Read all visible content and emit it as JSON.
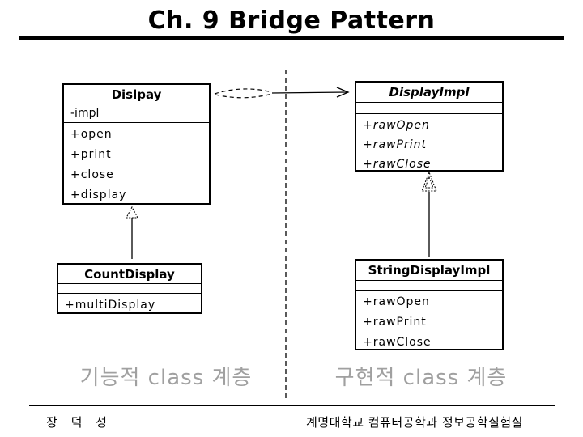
{
  "slide": {
    "title": "Ch. 9 Bridge Pattern",
    "left_label": "기능적 class 계층",
    "right_label": "구현적 class 계층",
    "footer_left": "장 덕 성",
    "footer_right": "계명대학교 컴퓨터공학과 정보공학실험실"
  },
  "classes": {
    "display": {
      "name": "Dislpay",
      "attr": "-impl",
      "methods": [
        "+open",
        "+print",
        "+close",
        "+display"
      ]
    },
    "display_impl": {
      "name": "DisplayImpl",
      "methods": [
        "+rawOpen",
        "+rawPrint",
        "+rawClose"
      ]
    },
    "count_display": {
      "name": "CountDisplay",
      "methods": [
        "+multiDisplay"
      ]
    },
    "string_display_impl": {
      "name": "StringDisplayImpl",
      "methods": [
        "+rawOpen",
        "+rawPrint",
        "+rawClose"
      ]
    }
  },
  "relations": [
    {
      "from": "Dislpay",
      "to": "DisplayImpl",
      "type": "bridge-association-dashed-arrow"
    },
    {
      "from": "CountDisplay",
      "to": "Dislpay",
      "type": "generalization"
    },
    {
      "from": "StringDisplayImpl",
      "to": "DisplayImpl",
      "type": "generalization"
    }
  ],
  "colors": {
    "text": "#000000",
    "line": "#000000",
    "label_gray": "#a0a0a0",
    "background": "#ffffff"
  }
}
